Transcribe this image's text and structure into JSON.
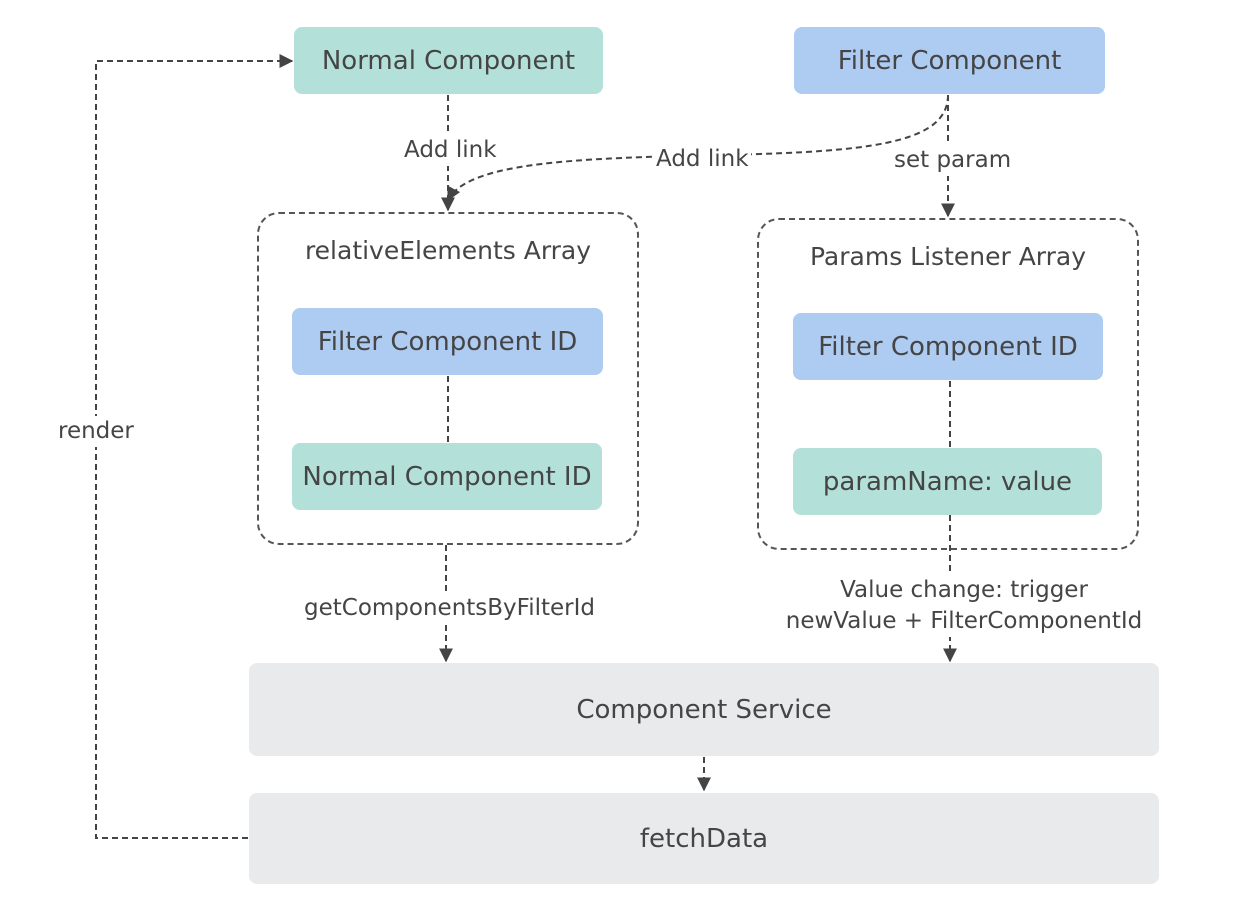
{
  "nodes": {
    "normal_component": "Normal Component",
    "filter_component": "Filter Component",
    "component_service": "Component Service",
    "fetch_data": "fetchData"
  },
  "groups": {
    "relative_elements": {
      "title": "relativeElements Array",
      "top_item": "Filter Component ID",
      "bottom_item": "Normal Component ID"
    },
    "params_listener": {
      "title": "Params Listener Array",
      "top_item": "Filter Component ID",
      "bottom_item": "paramName: value"
    }
  },
  "edges": {
    "add_link_left": "Add link",
    "add_link_curve": "Add link",
    "set_param": "set param",
    "get_components": "getComponentsByFilterId",
    "value_change_line1": "Value change: trigger",
    "value_change_line2": "newValue + FilterComponentId",
    "render": "render"
  },
  "colors": {
    "teal": "#b3e1da",
    "blue": "#aecbf2",
    "gray": "#e9eaec",
    "line": "#444444"
  }
}
